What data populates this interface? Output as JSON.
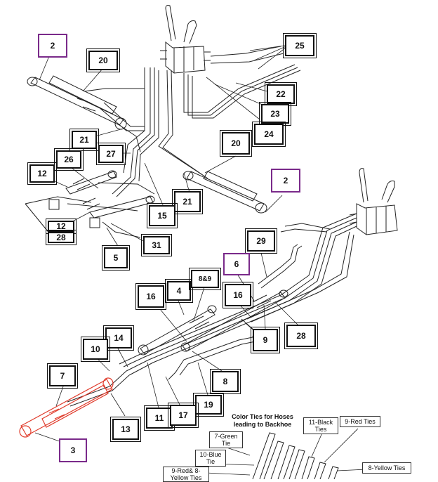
{
  "callouts": {
    "c2_top": "2",
    "c20_top": "20",
    "c25": "25",
    "c22": "22",
    "c23": "23",
    "c24": "24",
    "c21_a": "21",
    "c27": "27",
    "c26": "26",
    "c12_a": "12",
    "c20_mid": "20",
    "c2_mid": "2",
    "c21_b": "21",
    "c15": "15",
    "c12_b": "12",
    "c28_a": "28",
    "c31": "31",
    "c5": "5",
    "c29": "29",
    "c6": "6",
    "c4": "4",
    "c8and9": "8&9",
    "c16_a": "16",
    "c16_b": "16",
    "c9": "9",
    "c28_b": "28",
    "c14": "14",
    "c10": "10",
    "c7": "7",
    "c8": "8",
    "c19": "19",
    "c11": "11",
    "c17": "17",
    "c13": "13",
    "c3": "3"
  },
  "legend": {
    "title_line1": "Color Ties for Hoses",
    "title_line2": "leading to Backhoe",
    "green_ties": "7-Green Tie",
    "blue_tie": "10-Blue Tie",
    "black_ties": "11-Black Ties",
    "red_ties": "9-Red Ties",
    "red_yellow_ties": "9-Red& 8-Yellow Ties",
    "yellow_ties": "8-Yellow Ties"
  },
  "colors": {
    "line": "#222222",
    "callout_accent": "#7a2a8a",
    "highlight_cylinder": "#e03a2a"
  }
}
